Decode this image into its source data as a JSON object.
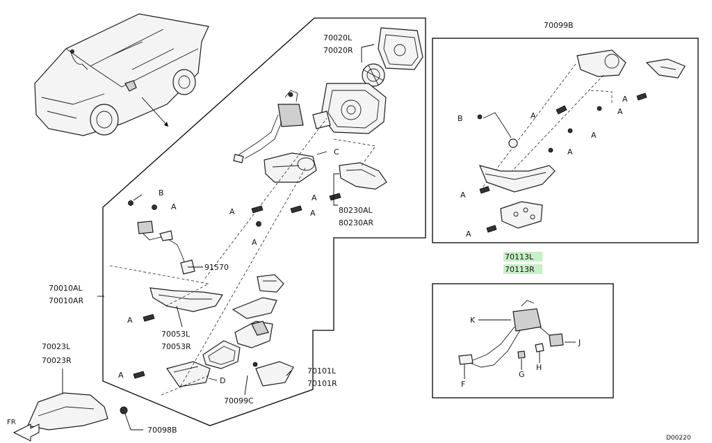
{
  "labels": {
    "p70020": [
      "70020L",
      "70020R"
    ],
    "p70099b": "70099B",
    "p80230": [
      "80230AL",
      "80230AR"
    ],
    "p91570": "91570",
    "p70010": [
      "70010AL",
      "70010AR"
    ],
    "p70053": [
      "70053L",
      "70053R"
    ],
    "p70023": [
      "70023L",
      "70023R"
    ],
    "p70101": [
      "70101L",
      "70101R"
    ],
    "p70099c": "70099C",
    "p70098b": "70098B",
    "p70113": [
      "70113L",
      "70113R"
    ],
    "code": "D00220",
    "fr": "FR"
  },
  "callouts": {
    "a": "A",
    "b": "B",
    "c": "C",
    "d": "D",
    "f": "F",
    "g": "G",
    "h": "H",
    "j": "J",
    "k": "K"
  },
  "highlight_color": "#c6f0c6"
}
